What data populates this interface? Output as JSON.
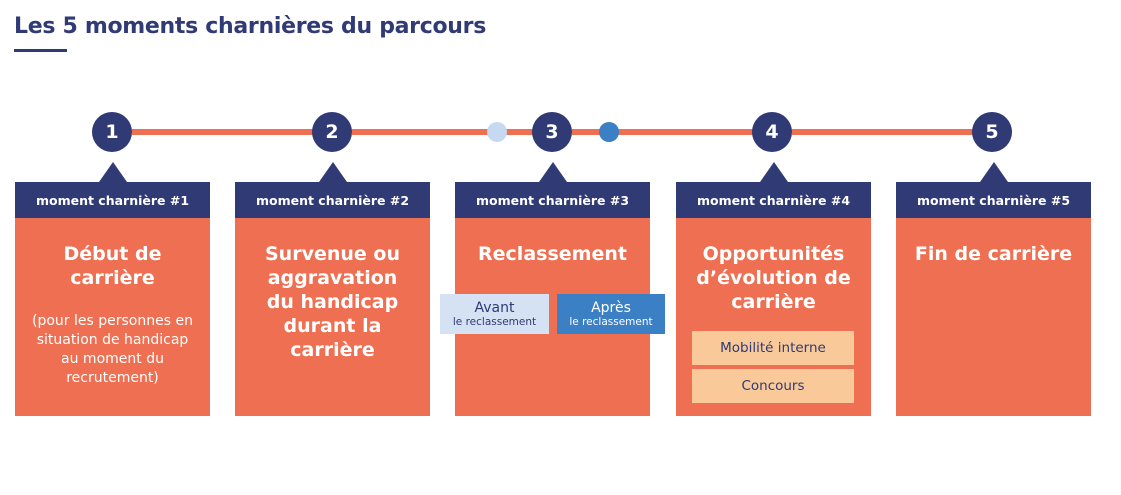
{
  "title": "Les 5 moments charnières du parcours",
  "timeline": {
    "nodes": [
      "1",
      "2",
      "3",
      "4",
      "5"
    ]
  },
  "moments": [
    {
      "header": "moment charnière #1",
      "title": "Début de carrière",
      "subtitle": "(pour les personnes en situation de handicap au moment du recrutement)"
    },
    {
      "header": "moment charnière #2",
      "title": "Survenue ou aggravation du handicap durant la carrière"
    },
    {
      "header": "moment charnière #3",
      "title": "Reclassement",
      "before": {
        "label": "Avant",
        "sub": "le reclassement"
      },
      "after": {
        "label": "Après",
        "sub": "le reclassement"
      }
    },
    {
      "header": "moment charnière #4",
      "title": "Opportunités d’évolution de carrière",
      "options": [
        "Mobilité interne",
        "Concours"
      ]
    },
    {
      "header": "moment charnière #5",
      "title": "Fin de carrière"
    }
  ],
  "colors": {
    "navy": "#303a75",
    "orange": "#ee6f51",
    "light_blue": "#d4e2f4",
    "blue": "#3b7fc4",
    "peach": "#f9c99a"
  }
}
